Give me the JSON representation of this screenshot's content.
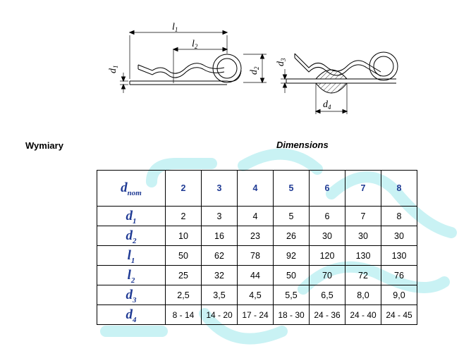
{
  "drawing_labels": {
    "l1": {
      "base": "l",
      "sub": "1"
    },
    "l2": {
      "base": "l",
      "sub": "2"
    },
    "d1": {
      "base": "d",
      "sub": "1"
    },
    "d2": {
      "base": "d",
      "sub": "2"
    },
    "d3": {
      "base": "d",
      "sub": "3"
    },
    "d4": {
      "base": "d",
      "sub": "4"
    }
  },
  "headings": {
    "left": "Wymiary",
    "right": "Dimensions"
  },
  "table": {
    "rows": [
      {
        "label": "d",
        "sub": "nom",
        "values": [
          "2",
          "3",
          "4",
          "5",
          "6",
          "7",
          "8"
        ]
      },
      {
        "label": "d",
        "sub": "1",
        "values": [
          "2",
          "3",
          "4",
          "5",
          "6",
          "7",
          "8"
        ]
      },
      {
        "label": "d",
        "sub": "2",
        "values": [
          "10",
          "16",
          "23",
          "26",
          "30",
          "30",
          "30"
        ]
      },
      {
        "label": "l",
        "sub": "1",
        "values": [
          "50",
          "62",
          "78",
          "92",
          "120",
          "130",
          "130"
        ]
      },
      {
        "label": "l",
        "sub": "2",
        "values": [
          "25",
          "32",
          "44",
          "50",
          "70",
          "72",
          "76"
        ]
      },
      {
        "label": "d",
        "sub": "3",
        "values": [
          "2,5",
          "3,5",
          "4,5",
          "5,5",
          "6,5",
          "8,0",
          "9,0"
        ]
      },
      {
        "label": "d",
        "sub": "4",
        "values": [
          "8 - 14",
          "14 - 20",
          "17 - 24",
          "18 - 30",
          "24 - 36",
          "24 - 40",
          "24 - 45"
        ]
      }
    ]
  },
  "colors": {
    "header_text": "#1f3a94",
    "watermark": "#c9f2f4"
  }
}
